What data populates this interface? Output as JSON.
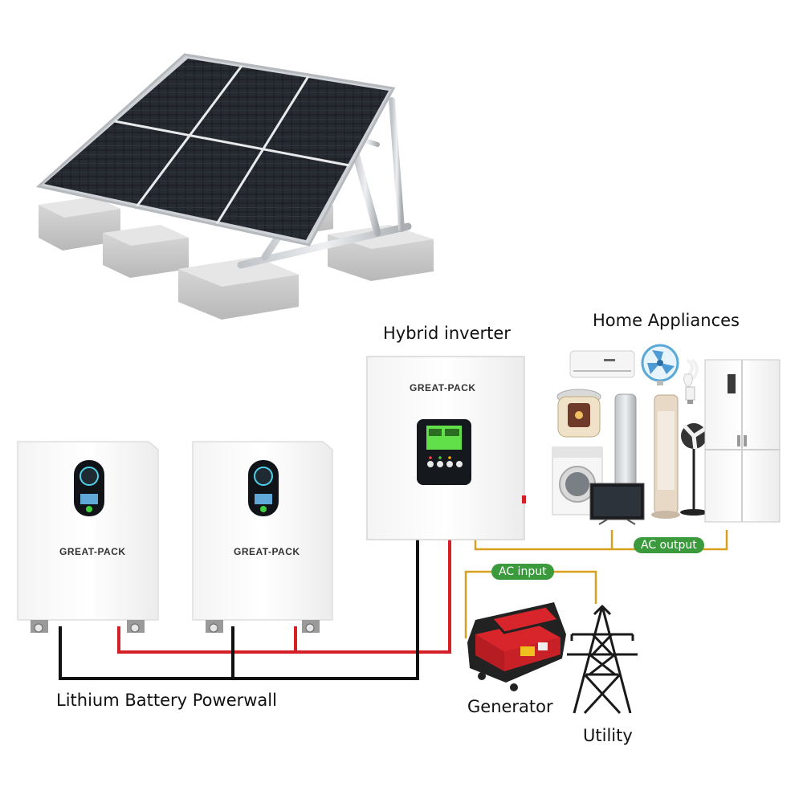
{
  "labels": {
    "hybrid_inverter": "Hybrid inverter",
    "home_appliances": "Home Appliances",
    "battery": "Lithium Battery Powerwall",
    "generator": "Generator",
    "utility": "Utility"
  },
  "badges": {
    "ac_output": "AC output",
    "ac_input": "AC input"
  },
  "brand": {
    "battery_1": "GREAT-PACK",
    "battery_2": "GREAT-PACK",
    "inverter": "GREAT-PACK"
  },
  "colors": {
    "positive_wire": "#d62027",
    "negative_wire": "#111111",
    "ac_wire": "#d9a020",
    "badge_green": "#3a9a3c",
    "generator_red": "#d8252b"
  },
  "icons": [
    "solar-panel-icon",
    "battery-icon",
    "inverter-icon",
    "air-conditioner-icon",
    "fan-icon",
    "light-bulb-icon",
    "rice-cooker-icon",
    "water-heater-icon",
    "tower-fan-icon",
    "refrigerator-icon",
    "washing-machine-icon",
    "television-icon",
    "generator-icon",
    "transmission-tower-icon"
  ]
}
